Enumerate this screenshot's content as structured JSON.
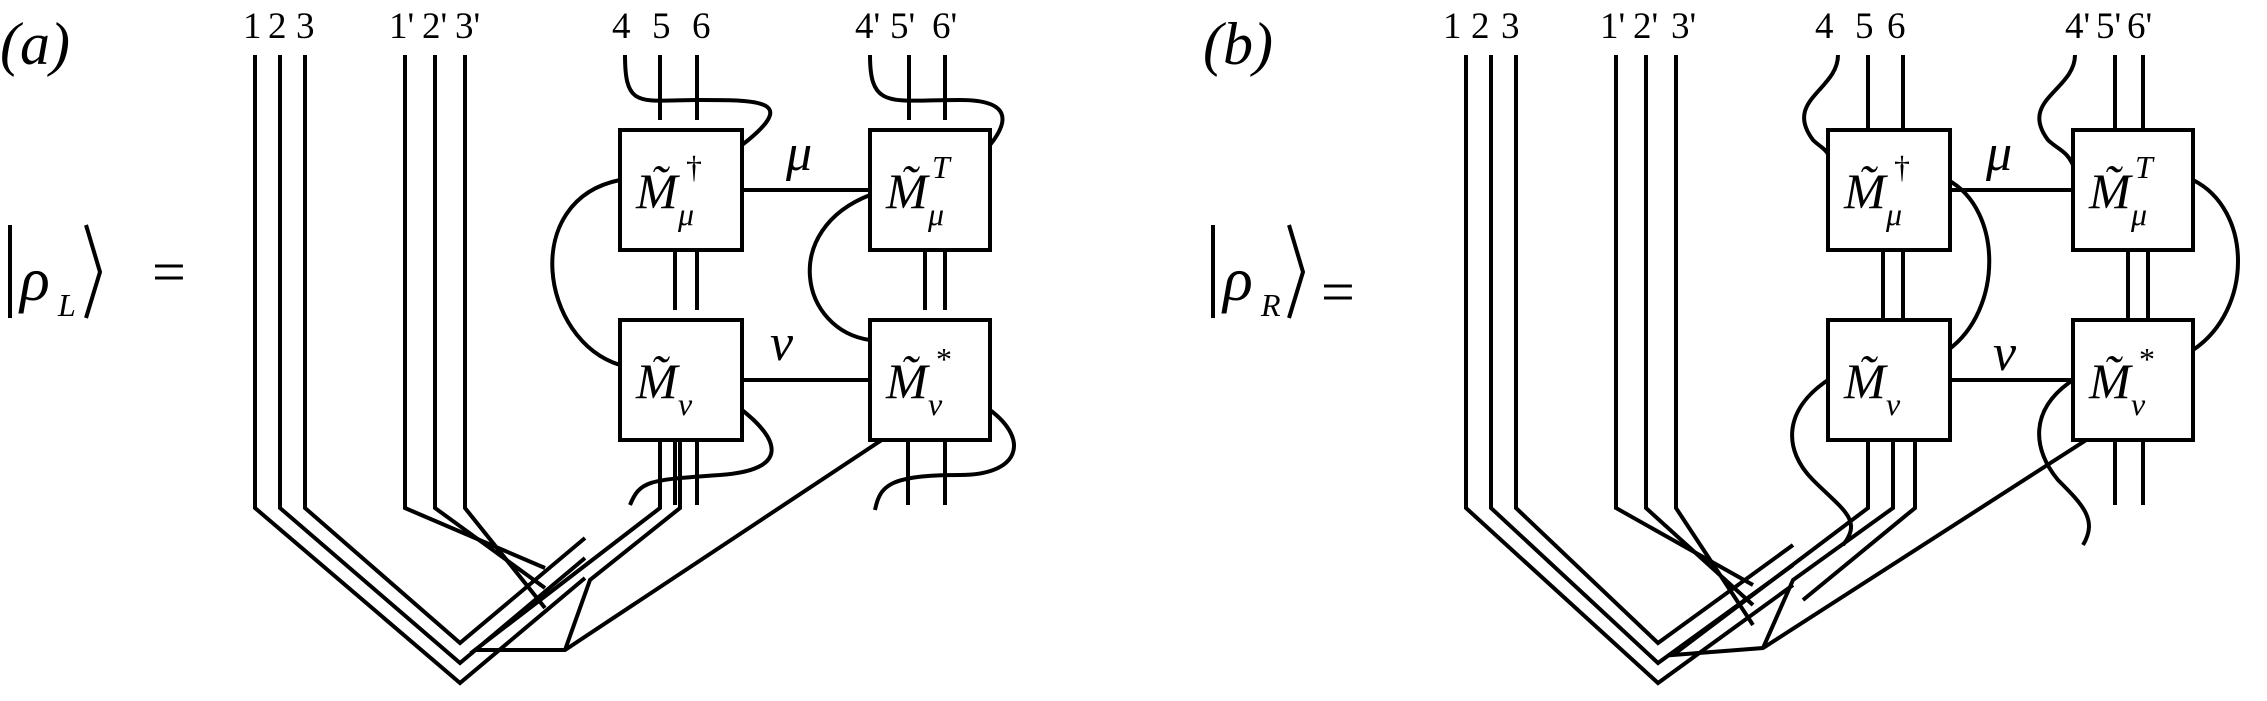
{
  "panels": [
    {
      "id": "a",
      "label": "(a)",
      "ket_rho": "ρ",
      "ket_sub": "L",
      "equals": "=",
      "indices_left": [
        "1",
        "2",
        "3",
        "1'",
        "2'",
        "3'"
      ],
      "indices_right": [
        "4",
        "5",
        "6",
        "4'",
        "5'",
        "6'"
      ],
      "bond_top": "μ",
      "bond_bottom": "ν",
      "tensors": {
        "top_left": {
          "base": "M̃",
          "sub": "μ",
          "sup": "†"
        },
        "top_right": {
          "base": "M̃",
          "sub": "μ",
          "sup": "T"
        },
        "bottom_left": {
          "base": "M̃",
          "sub": "ν",
          "sup": ""
        },
        "bottom_right": {
          "base": "M̃",
          "sub": "ν",
          "sup": "*"
        }
      }
    },
    {
      "id": "b",
      "label": "(b)",
      "ket_rho": "ρ",
      "ket_sub": "R",
      "equals": "=",
      "indices_left": [
        "1",
        "2",
        "3",
        "1'",
        "2'",
        "3'"
      ],
      "indices_right": [
        "4",
        "5",
        "6",
        "4'",
        "5'",
        "6'"
      ],
      "bond_top": "μ",
      "bond_bottom": "ν",
      "tensors": {
        "top_left": {
          "base": "M̃",
          "sub": "μ",
          "sup": "†"
        },
        "top_right": {
          "base": "M̃",
          "sub": "μ",
          "sup": "T"
        },
        "bottom_left": {
          "base": "M̃",
          "sub": "ν",
          "sup": ""
        },
        "bottom_right": {
          "base": "M̃",
          "sub": "ν",
          "sup": "*"
        }
      }
    }
  ]
}
